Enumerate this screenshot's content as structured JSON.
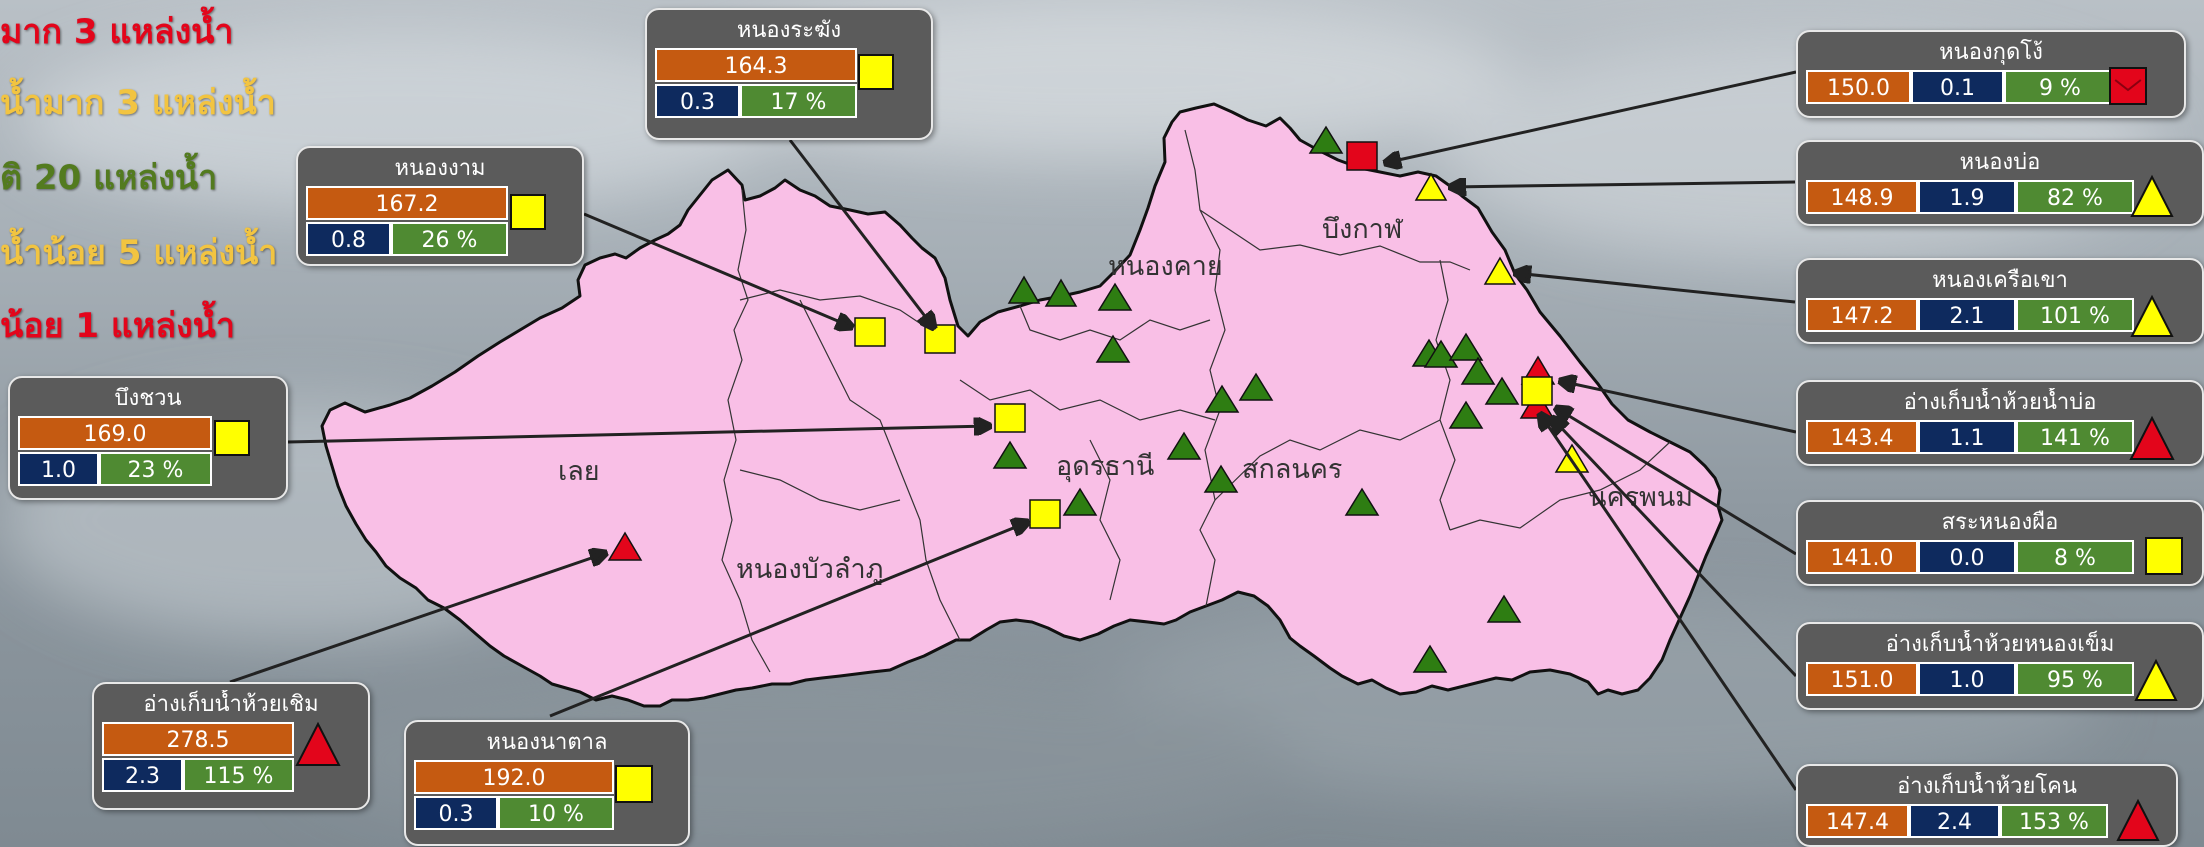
{
  "colors": {
    "map_fill": "#f9bfe6",
    "level": "#c55a11",
    "volume": "#0e2a5e",
    "percent": "#4f8a32",
    "status_normal": "#2e7d12",
    "status_low": "#ffff00",
    "status_critical": "#e3051b",
    "legend_red": "#e3051b",
    "legend_yellow": "#f2c441",
    "legend_green": "#537b1f"
  },
  "legend": [
    {
      "text": "มาก 3 แหล่งน้ำ",
      "color": "#e3051b"
    },
    {
      "text": "น้ำมาก 3 แหล่งน้ำ",
      "color": "#f2c441"
    },
    {
      "text": "ติ  20 แหล่งน้ำ",
      "color": "#537b1f"
    },
    {
      "text": "น้ำน้อย 5 แหล่งน้ำ",
      "color": "#f2c441"
    },
    {
      "text": "น้อย 1 แหล่งน้ำ",
      "color": "#e3051b"
    }
  ],
  "provinces": [
    "เลย",
    "หนองบัวลำภู",
    "อุดรธานี",
    "หนองคาย",
    "บึงกาฬ",
    "สกลนคร",
    "นครพนม"
  ],
  "reservoirs": [
    {
      "name": "หนองระฆัง",
      "level": "164.3",
      "volume": "0.3",
      "percent": "17 %",
      "symbol": "square",
      "status": "low"
    },
    {
      "name": "หนองงาม",
      "level": "167.2",
      "volume": "0.8",
      "percent": "26 %",
      "symbol": "square",
      "status": "low"
    },
    {
      "name": "บึงชวน",
      "level": "169.0",
      "volume": "1.0",
      "percent": "23 %",
      "symbol": "square",
      "status": "low"
    },
    {
      "name": "อ่างเก็บน้ำห้วยเชิม",
      "level": "278.5",
      "volume": "2.3",
      "percent": "115 %",
      "symbol": "triangle",
      "status": "critical"
    },
    {
      "name": "หนองนาตาล",
      "level": "192.0",
      "volume": "0.3",
      "percent": "10 %",
      "symbol": "square",
      "status": "low"
    },
    {
      "name": "หนองกุดโง้",
      "level": "150.0",
      "volume": "0.1",
      "percent": "9 %",
      "symbol": "square",
      "status": "critical"
    },
    {
      "name": "หนองบ่อ",
      "level": "148.9",
      "volume": "1.9",
      "percent": "82 %",
      "symbol": "triangle",
      "status": "low"
    },
    {
      "name": "หนองเครือเขา",
      "level": "147.2",
      "volume": "2.1",
      "percent": "101 %",
      "symbol": "triangle",
      "status": "low"
    },
    {
      "name": "อ่างเก็บน้ำห้วยน้ำบ่อ",
      "level": "143.4",
      "volume": "1.1",
      "percent": "141 %",
      "symbol": "triangle",
      "status": "critical"
    },
    {
      "name": "สระหนองผือ",
      "level": "141.0",
      "volume": "0.0",
      "percent": "8 %",
      "symbol": "square",
      "status": "low"
    },
    {
      "name": "อ่างเก็บน้ำห้วยหนองเข็ม",
      "level": "151.0",
      "volume": "1.0",
      "percent": "95 %",
      "symbol": "triangle",
      "status": "low"
    },
    {
      "name": "อ่างเก็บน้ำห้วยโคน",
      "level": "147.4",
      "volume": "2.4",
      "percent": "153 %",
      "symbol": "triangle",
      "status": "critical"
    }
  ]
}
